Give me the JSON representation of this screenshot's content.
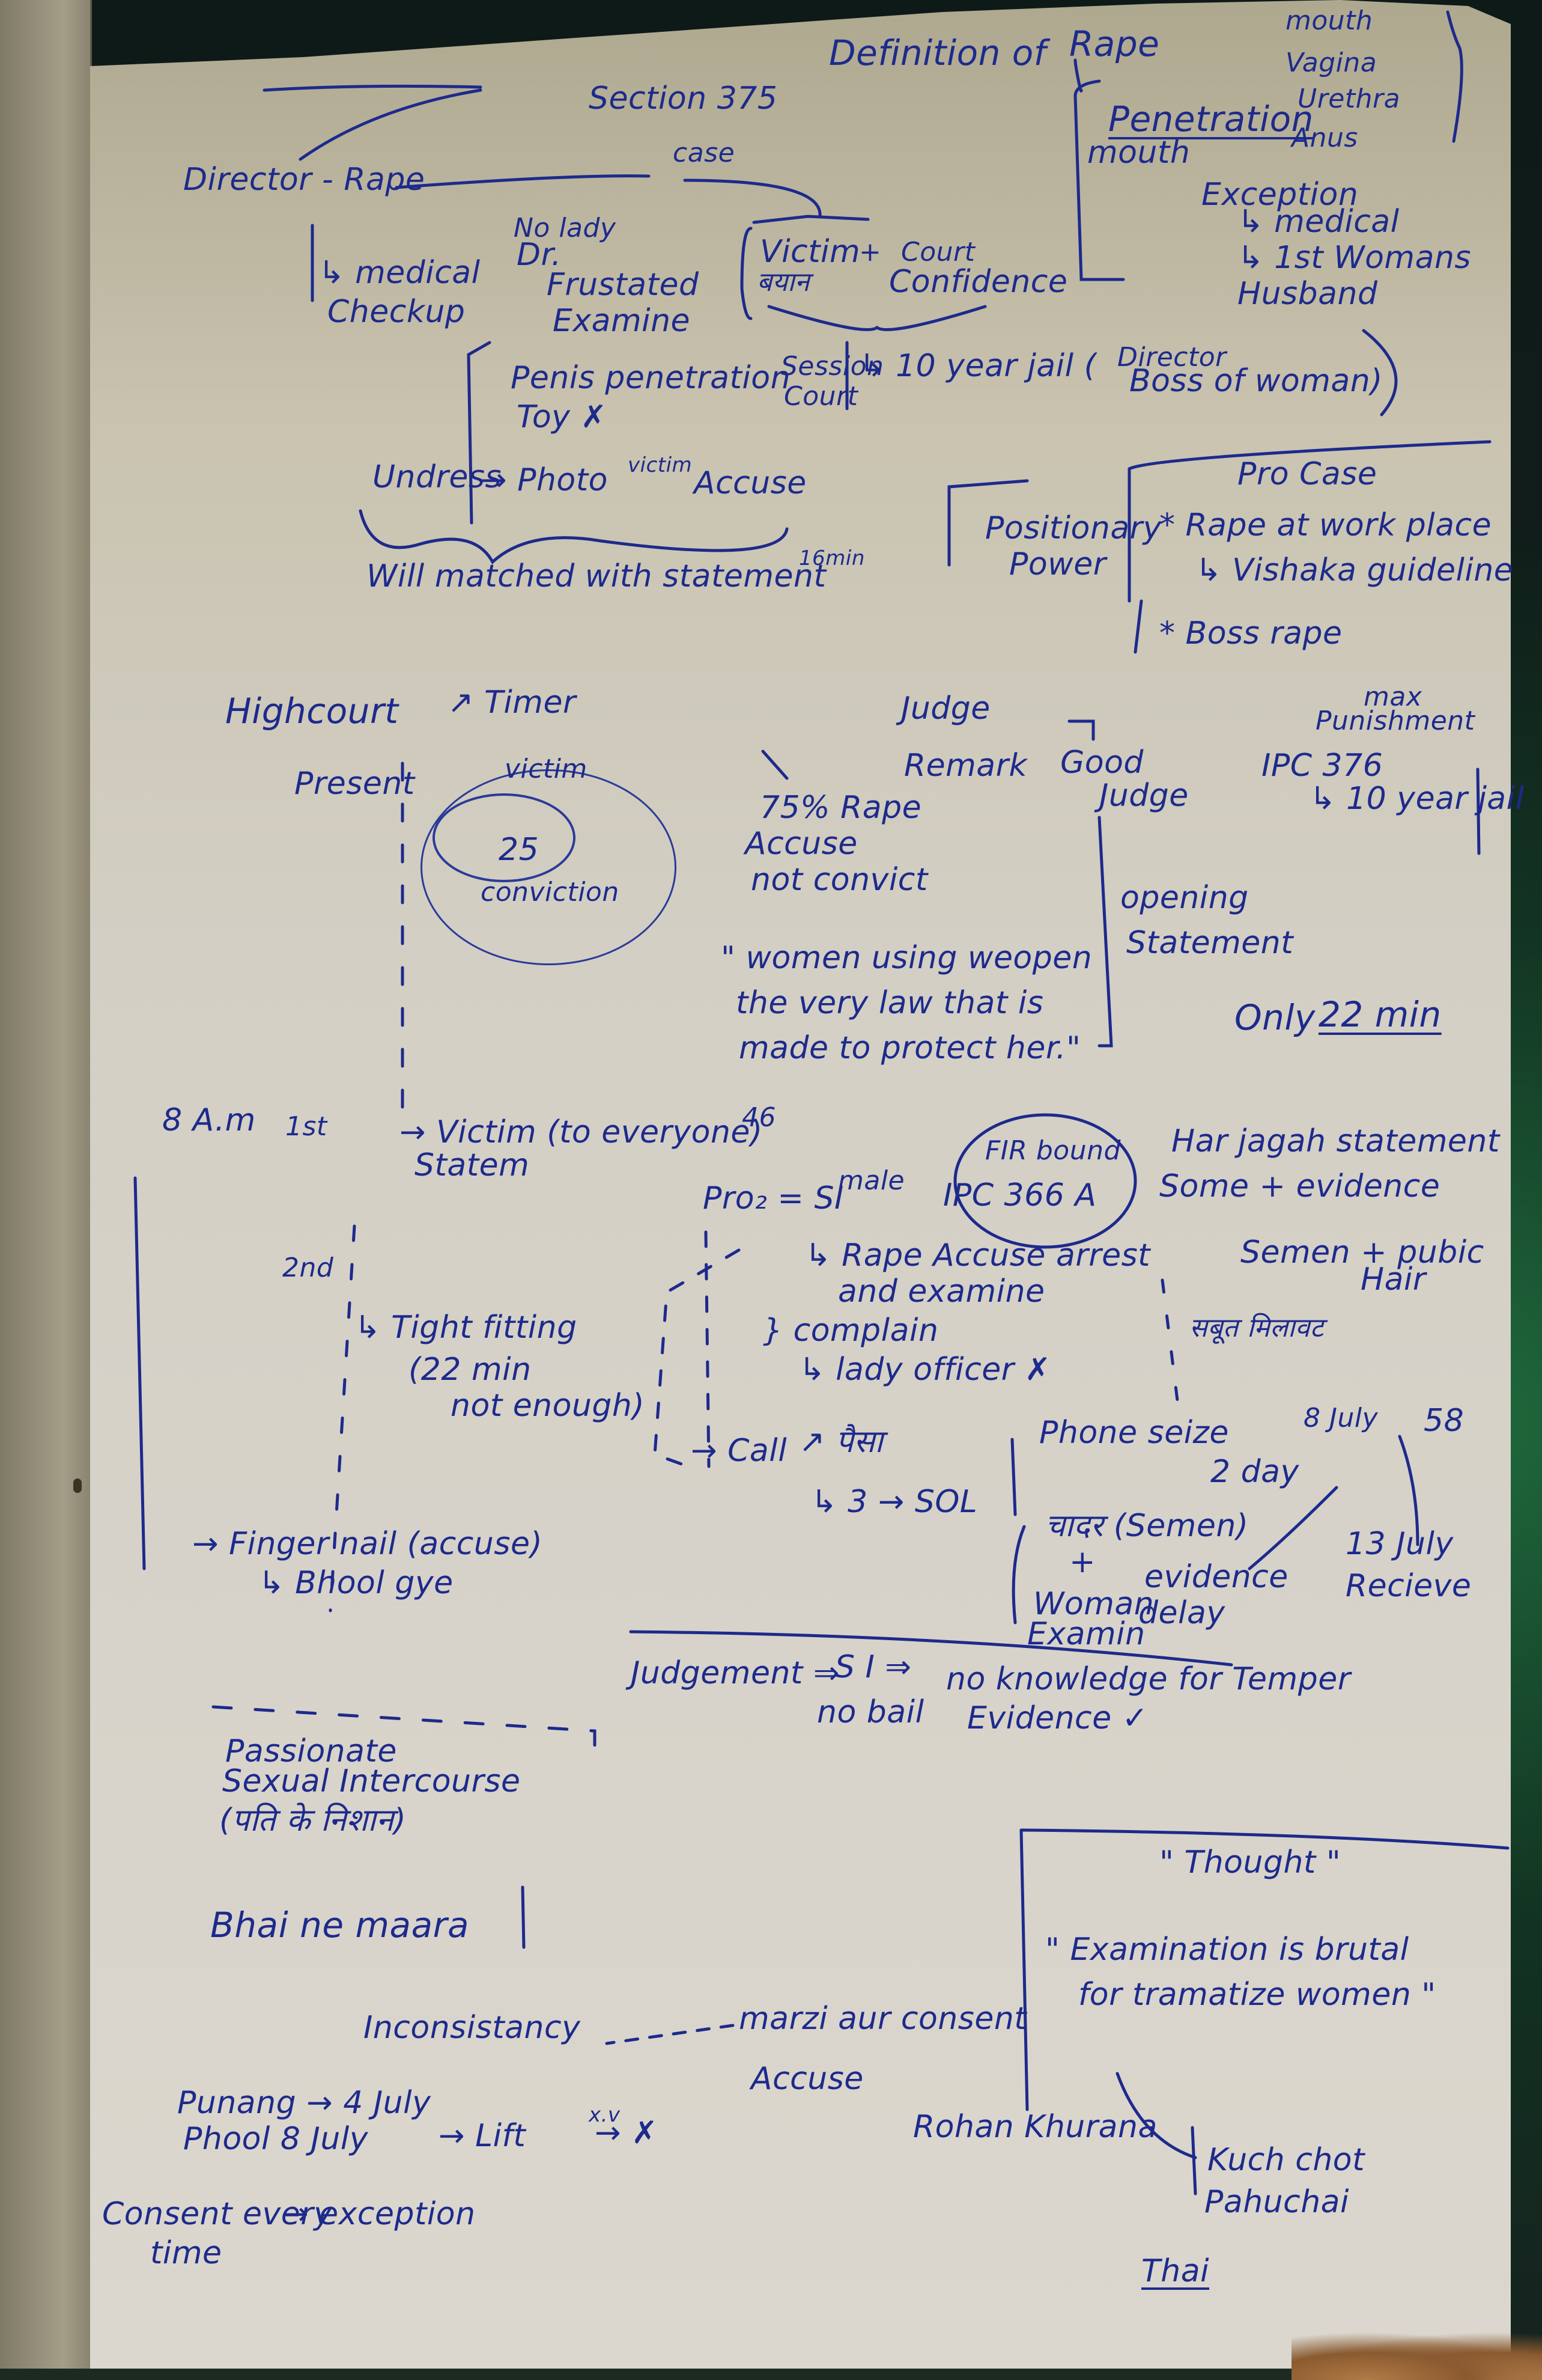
{
  "top": {
    "section": "Section 375",
    "arrow1": "→",
    "definition_of": "Definition of",
    "rape": "Rape",
    "penetration": "Penetration",
    "mouth_under": "mouth",
    "body_parts": [
      "mouth",
      "Vagina",
      "Urethra",
      "Anus"
    ],
    "exception": "Exception",
    "exceptions": [
      "↳ medical",
      "↳ 1st Womans Husband"
    ],
    "director_rape": "Director - Rape",
    "case": "case",
    "victim": "Victim",
    "victim_hindi": "बयान",
    "plus": "+",
    "court": "Court",
    "confidence": "Confidence"
  },
  "medical": {
    "checkup": [
      "↳ medical",
      "Checkup"
    ],
    "no_lady": "No lady",
    "dr": "Dr.",
    "frustrated": "Frustated",
    "examine": "Examine",
    "penis_penetration": "Penis penetration",
    "toy": "Toy ✗",
    "undress": "Undress",
    "photo": "→ Photo",
    "victim_sup": "victim",
    "accuse": "Accuse",
    "matched": "Will matched with statement",
    "time_16": "16min"
  },
  "session": {
    "court": [
      "Session",
      "Court"
    ],
    "jail": "↳ 10 year jail (",
    "director": "Director",
    "boss": "Boss of woman)"
  },
  "position": {
    "positionary": "Positionary",
    "power": "Power",
    "case_title": "Pro Case",
    "items": [
      "* Rape at work place",
      "↳ Vishaka guideline",
      "* Boss rape"
    ],
    "max": "max",
    "punishment": "Punishment",
    "ipc": "IPC 376",
    "jail": "↳ 10 year jail"
  },
  "highcourt": {
    "highcourt": "Highcourt",
    "timer": "↗ Timer",
    "present": "Present",
    "victim": "victim",
    "circle_num": "25",
    "conviction": "conviction",
    "false_rape": "75% Rape",
    "accuse": "Accuse",
    "not_convict": "not convict",
    "quote": [
      "\" women using weopen",
      "the very law that is",
      "made to protect her.\""
    ]
  },
  "judge": {
    "judge": "Judge",
    "remark": "Remark",
    "good": "Good",
    "judge2": "Judge",
    "opening": "opening",
    "statement": "Statement",
    "only": "Only",
    "minutes": "22 min"
  },
  "timeline": {
    "time": "8 A.m",
    "first": "1st",
    "second": "2nd",
    "victim": "→ Victim (to everyone)",
    "num46": "46",
    "statem": "Statem",
    "tight": "↳ Tight fitting",
    "not_enough": [
      "(22 min",
      "not enough)"
    ],
    "pro2": "Pro₂ = SI",
    "male": "male",
    "fir": "FIR bound",
    "ipc": "IPC 366 A",
    "rape_arrest": "↳ Rape Accuse arrest",
    "and_examine": "and examine",
    "complain": "} complain",
    "lady_officer": "↳ lady officer ✗",
    "call": "→ Call",
    "paisa": "↗ पैसा",
    "sol": "↳ 3 → SOL",
    "finger": "→ Finger nail (accuse)",
    "bhool": "↳ Bhool gye"
  },
  "evidence": {
    "har_jagah": "Har jagah statement",
    "some": "Some + evidence",
    "semen_hair": "Semen + pubic",
    "hair": "Hair",
    "sabut": "सबूत मिलावट",
    "phone": "Phone seize",
    "two_day": "2 day",
    "date1": "8 July",
    "num58": "58",
    "date2": "13 July",
    "recieve": "Recieve",
    "semen": "चादर (Semen)",
    "plus": "+",
    "woman": "Woman",
    "examin": "Examin",
    "evidence": "evidence",
    "delay": "delay"
  },
  "judgement": {
    "label": "Judgement ⇒",
    "si": "S I ⇒",
    "no_knowledge": "no knowledge for Temper",
    "no_bail": "no bail",
    "evidence": "Evidence ✓"
  },
  "bottom": {
    "passionate": [
      "Passionate",
      "Sexual Intercourse",
      "(पति के निशान)"
    ],
    "bhai": "Bhai ne maara",
    "inconsistency": "Inconsistancy",
    "marzi": "marzi aur consent",
    "punang": "Punang → 4 July",
    "phool": "Phool    8 July",
    "lift": "→ Lift",
    "lift_sup": "x.v",
    "lift_x": "→ ✗",
    "accuse": "Accuse",
    "rohan": "Rohan Khurana",
    "kuch_chot": "Kuch chot",
    "pahuchai": "Pahuchai",
    "thai": "Thai",
    "consent": [
      "Consent every",
      "time"
    ],
    "exception": "→ exception"
  },
  "thought": {
    "title": "\" Thought \"",
    "lines": [
      "\" Examination is brutal",
      "for tramatize women \""
    ]
  },
  "colors": {
    "ink": "#1d2a8c",
    "paper": "#d3cfc4",
    "background": "#15241f"
  }
}
